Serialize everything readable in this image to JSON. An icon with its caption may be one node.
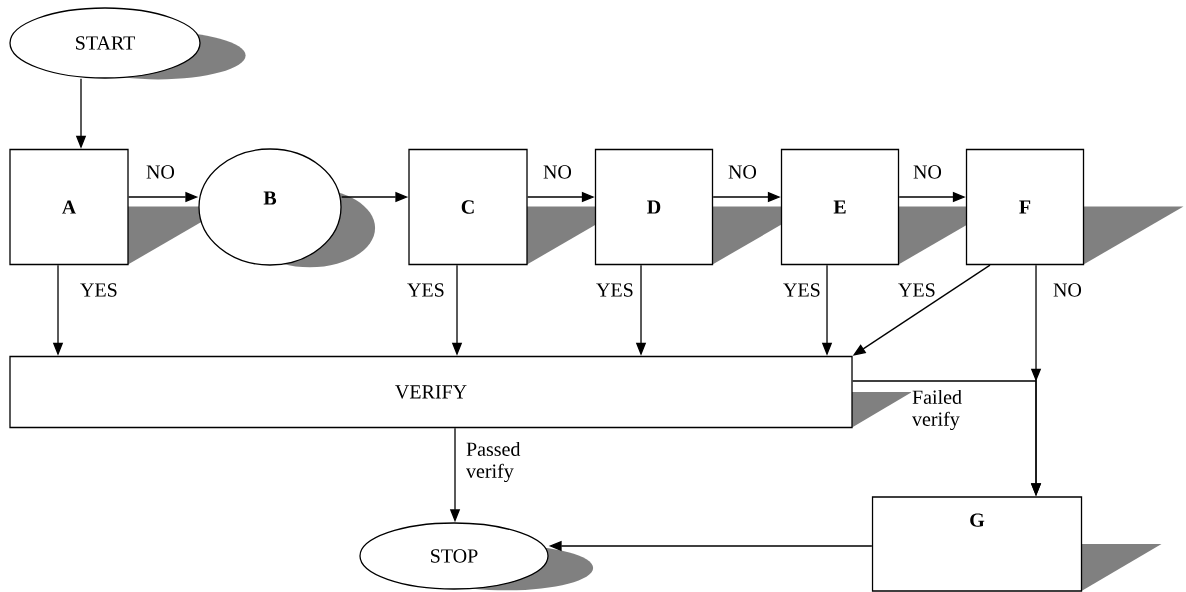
{
  "diagram": {
    "nodes": [
      {
        "text": [
          "START"
        ]
      },
      {
        "text": [
          "A"
        ]
      },
      {
        "text": [
          "B"
        ]
      },
      {
        "text": [
          "C"
        ]
      },
      {
        "text": [
          "D"
        ]
      },
      {
        "text": [
          "E"
        ]
      },
      {
        "text": [
          "F"
        ]
      },
      {
        "text": [
          "VERIFY"
        ]
      },
      {
        "text": [
          "G"
        ]
      },
      {
        "text": [
          "STOP"
        ]
      }
    ],
    "edges": [
      {
        "from": 0,
        "to": 1,
        "arrow": "to"
      },
      {
        "from": 1,
        "to": 2,
        "arrow": "to",
        "label": "NO"
      },
      {
        "from": 2,
        "to": 3,
        "arrow": "to"
      },
      {
        "from": 3,
        "to": 4,
        "arrow": "to",
        "label": "NO"
      },
      {
        "from": 4,
        "to": 5,
        "arrow": "to",
        "label": "NO"
      },
      {
        "from": 5,
        "to": 6,
        "arrow": "to",
        "label": "NO"
      },
      {
        "from": 1,
        "to": 7,
        "arrow": "to",
        "label": "YES"
      },
      {
        "from": 3,
        "to": 7,
        "arrow": "to",
        "label": "YES"
      },
      {
        "from": 4,
        "to": 7,
        "arrow": "to",
        "label": "YES"
      },
      {
        "from": 5,
        "to": 7,
        "arrow": "to",
        "label": "YES"
      },
      {
        "from": 6,
        "to": 7,
        "arrow": "to",
        "label": "YES"
      },
      {
        "from": 6,
        "to": 8,
        "arrow": "to",
        "label": "NO"
      },
      {
        "from": 7,
        "to": 8,
        "arrow": "to",
        "label": "Failed verify"
      },
      {
        "from": 7,
        "to": 9,
        "arrow": "to",
        "label": "Passed verify"
      },
      {
        "from": 8,
        "to": 9,
        "arrow": "to"
      }
    ]
  }
}
